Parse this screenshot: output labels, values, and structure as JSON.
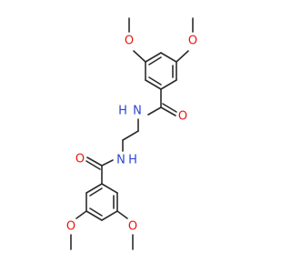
{
  "molecule": {
    "atoms": {
      "O_methoxy_top_left": {
        "symbol": "O",
        "color": "#e8170f"
      },
      "O_methoxy_top_right": {
        "symbol": "O",
        "color": "#e8170f"
      },
      "O_carbonyl_top": {
        "symbol": "O",
        "color": "#e8170f"
      },
      "N_top": {
        "symbol": "N",
        "color": "#2b45d6"
      },
      "H_top": {
        "symbol": "H",
        "color": "#2b45d6"
      },
      "O_carbonyl_bottom": {
        "symbol": "O",
        "color": "#e8170f"
      },
      "N_bottom": {
        "symbol": "N",
        "color": "#2b45d6"
      },
      "H_bottom": {
        "symbol": "H",
        "color": "#2b45d6"
      },
      "O_methoxy_bottom_left": {
        "symbol": "O",
        "color": "#e8170f"
      },
      "O_methoxy_bottom_right": {
        "symbol": "O",
        "color": "#e8170f"
      }
    },
    "bond_color": "#2b2b2b"
  }
}
